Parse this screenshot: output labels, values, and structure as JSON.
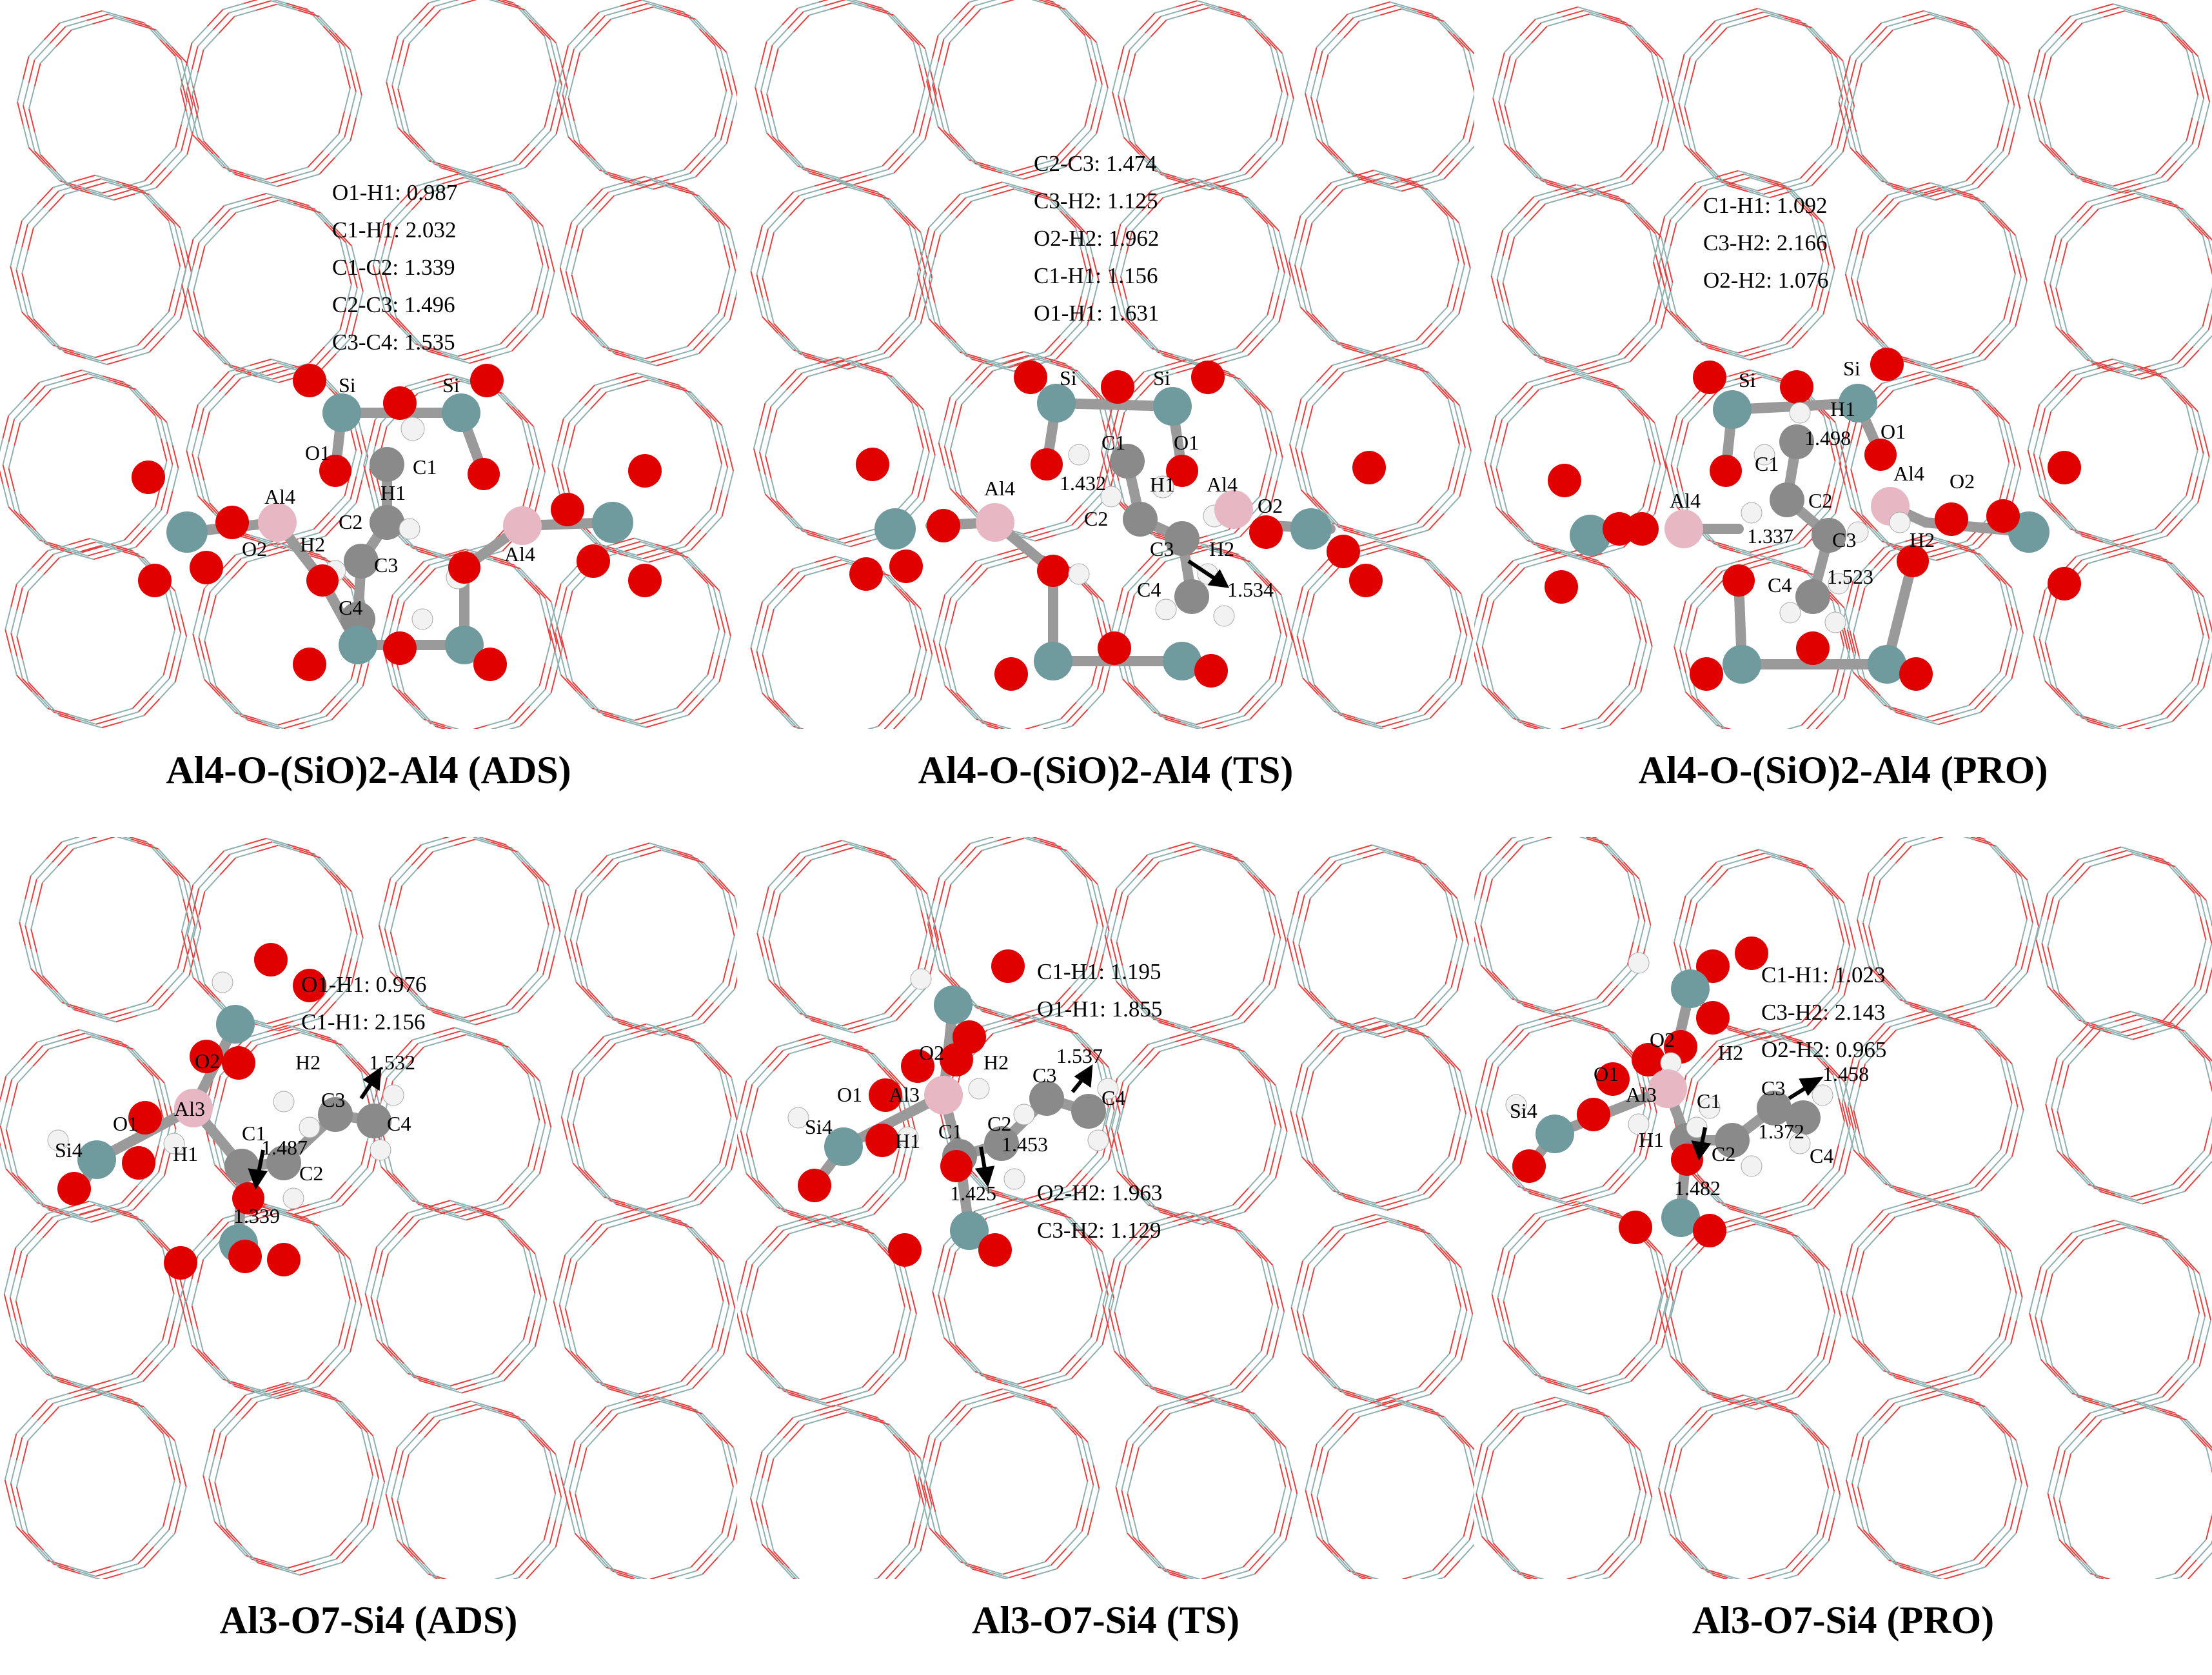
{
  "colors": {
    "oxygen": "#e00000",
    "silicon": "#6f9a9e",
    "aluminum": "#e7b8c4",
    "carbon": "#8a8a8a",
    "hydrogen": "#f2f2f2",
    "framework_o": "#e34040",
    "framework_si": "#8fb0b0"
  },
  "panels": [
    {
      "caption": "Al4-O-(SiO)2-Al4 (ADS)",
      "distances": [
        "O1-H1: 0.987",
        "C1-H1: 2.032",
        "C1-C2: 1.339",
        "C2-C3: 1.496",
        "C3-C4: 1.535"
      ],
      "atom_labels": [
        "Si",
        "Si",
        "O1",
        "C1",
        "Al4",
        "H1",
        "O2",
        "H2",
        "C2",
        "C3",
        "Al4",
        "C4"
      ],
      "bond_labels": []
    },
    {
      "caption": "Al4-O-(SiO)2-Al4 (TS)",
      "distances": [
        "C2-C3: 1.474",
        "C3-H2: 1.125",
        "O2-H2: 1.962",
        "C1-H1: 1.156",
        "O1-H1: 1.631"
      ],
      "atom_labels": [
        "Si",
        "Si",
        "O1",
        "C1",
        "Al4",
        "H1",
        "Al4",
        "O2",
        "C2",
        "C3",
        "H2",
        "C4"
      ],
      "bond_labels": [
        "1.432",
        "1.534"
      ]
    },
    {
      "caption": "Al4-O-(SiO)2-Al4 (PRO)",
      "distances": [
        "C1-H1: 1.092",
        "C3-H2: 2.166",
        "O2-H2: 1.076"
      ],
      "atom_labels": [
        "Si",
        "Si",
        "H1",
        "O1",
        "C1",
        "Al4",
        "O2",
        "Al4",
        "C2",
        "C3",
        "H2",
        "C4"
      ],
      "bond_labels": [
        "1.498",
        "1.337",
        "1.523"
      ]
    },
    {
      "caption": "Al3-O7-Si4 (ADS)",
      "distances": [
        "O1-H1: 0.976",
        "C1-H1: 2.156"
      ],
      "atom_labels": [
        "O2",
        "H2",
        "C3",
        "C4",
        "Al3",
        "O1",
        "Si4",
        "H1",
        "C1",
        "C2"
      ],
      "bond_labels": [
        "1.532",
        "1.487",
        "1.339"
      ]
    },
    {
      "caption": "Al3-O7-Si4 (TS)",
      "distances": [
        "C1-H1: 1.195",
        "O1-H1: 1.855"
      ],
      "distances_lower": [
        "O2-H2: 1.963",
        "C3-H2: 1.129"
      ],
      "atom_labels": [
        "O2",
        "H2",
        "C3",
        "C4",
        "O1",
        "Al3",
        "Si4",
        "H1",
        "C1",
        "C2"
      ],
      "bond_labels": [
        "1.537",
        "1.453",
        "1.425"
      ]
    },
    {
      "caption": "Al3-O7-Si4 (PRO)",
      "distances": [
        "C1-H1: 1.023",
        "C3-H2: 2.143",
        "O2-H2: 0.965"
      ],
      "atom_labels": [
        "O2",
        "H2",
        "O1",
        "Al3",
        "C3",
        "Si4",
        "C1",
        "H1",
        "C2",
        "C4"
      ],
      "bond_labels": [
        "1.458",
        "1.372",
        "1.482"
      ]
    }
  ]
}
